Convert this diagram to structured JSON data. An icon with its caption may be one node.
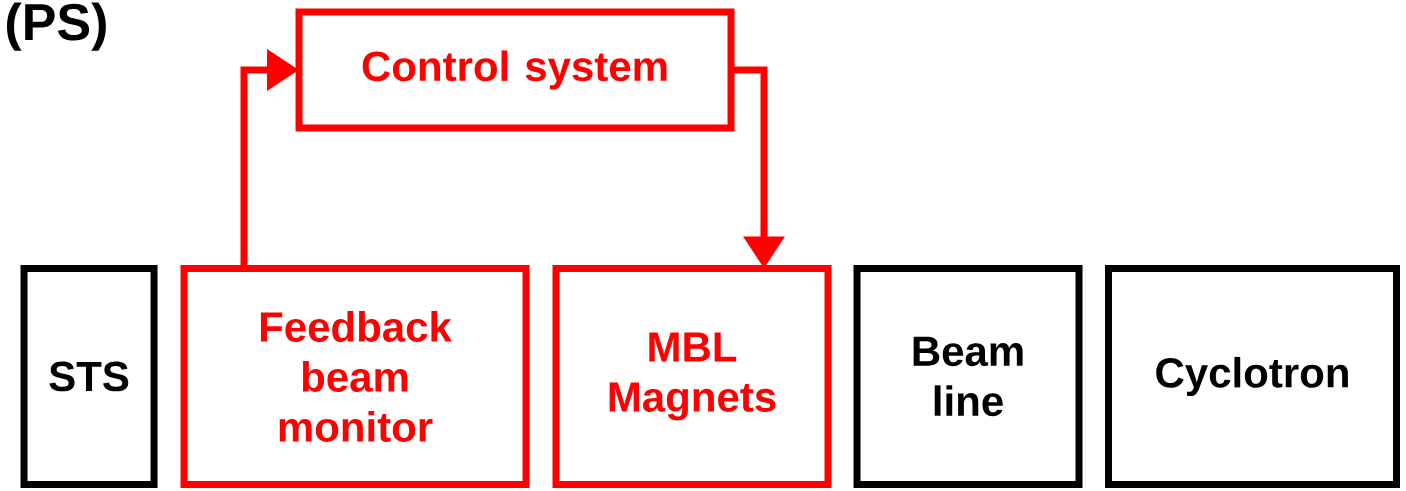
{
  "diagram": {
    "nodes": [
      {
        "text": [
          "Control system"
        ]
      },
      {
        "text": [
          "STS"
        ]
      },
      {
        "text": [
          "Feedback beam monitor"
        ]
      },
      {
        "text": [
          "MBL Magnets"
        ]
      },
      {
        "text": [
          "Beam line"
        ]
      },
      {
        "text": [
          "Cyclotron"
        ]
      }
    ],
    "edges": [
      {
        "from": 2,
        "to": 0,
        "arrow": "to"
      },
      {
        "from": 0,
        "to": 3,
        "arrow": "to"
      }
    ],
    "labels": [
      "(PS)"
    ]
  }
}
